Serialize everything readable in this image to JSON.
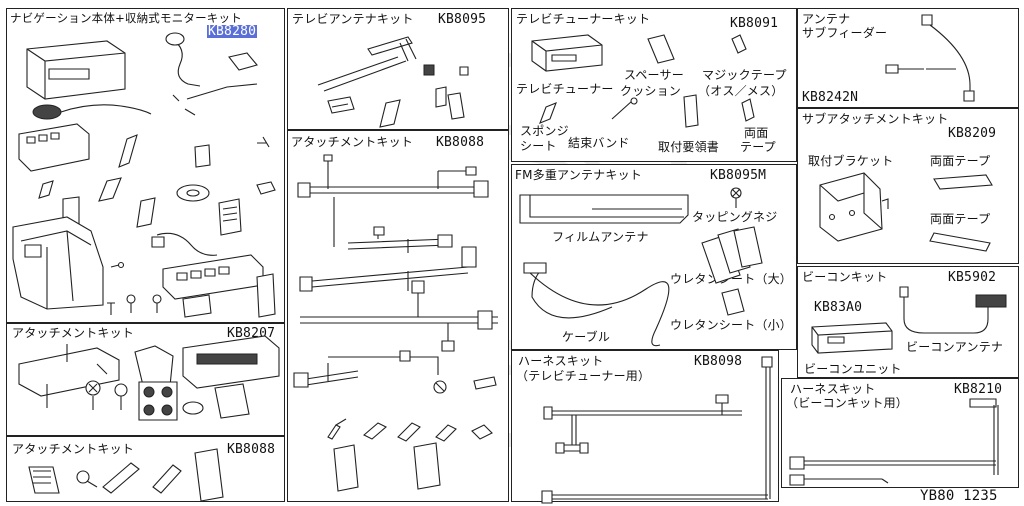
{
  "panels": {
    "nav": {
      "title": "ナビゲーション本体+収納式モニターキット",
      "code": "KB8280"
    },
    "tv_antenna": {
      "title": "テレビアンテナキット",
      "code": "KB8095"
    },
    "tv_tuner": {
      "title": "テレビチューナーキット",
      "code": "KB8091",
      "labels": {
        "tuner": "テレビチューナー",
        "spacer": "スペーサー",
        "cushion": "クッション",
        "magic_tape": "マジックテープ",
        "magic_tape_sub": "（オス／メス）",
        "sponge": "スポンジ",
        "sheet": "シート",
        "binding_band": "結束バンド",
        "manual": "取付要領書",
        "double_tape": "両面",
        "double_tape_sub": "テープ"
      }
    },
    "antenna_feeder": {
      "title": "アンテナ",
      "subtitle": "サブフィーダー",
      "code": "KB8242N"
    },
    "attach_8088_right": {
      "title": "アタッチメントキット",
      "code": "KB8088"
    },
    "fm_antenna": {
      "title": "FM多重アンテナキット",
      "code": "KB8095M",
      "labels": {
        "tapping_screw": "タッピングネジ",
        "film_antenna": "フィルムアンテナ",
        "urethane_large": "ウレタンシート（大）",
        "cable": "ケーブル",
        "urethane_small": "ウレタンシート（小）"
      }
    },
    "sub_attach": {
      "title": "サブアタッチメントキット",
      "code": "KB8209",
      "labels": {
        "bracket": "取付ブラケット",
        "tape1": "両面テープ",
        "tape2": "両面テープ"
      }
    },
    "beacon": {
      "title": "ビーコンキット",
      "code": "KB5902",
      "labels": {
        "unit_code": "KB83A0",
        "antenna": "ビーコンアンテナ",
        "unit": "ビーコンユニット"
      }
    },
    "attach_8207": {
      "title": "アタッチメントキット",
      "code": "KB8207"
    },
    "harness_tv": {
      "title": "ハーネスキット",
      "subtitle": "（テレビチューナー用）",
      "code": "KB8098"
    },
    "harness_beacon": {
      "title": "ハーネスキット",
      "subtitle": "（ビーコンキット用）",
      "code": "KB8210"
    },
    "attach_8088_left": {
      "title": "アタッチメントキット",
      "code": "KB8088"
    }
  },
  "figure_number": "YB80 1235",
  "colors": {
    "line": "#222222",
    "highlight": "#5b6fd8"
  }
}
